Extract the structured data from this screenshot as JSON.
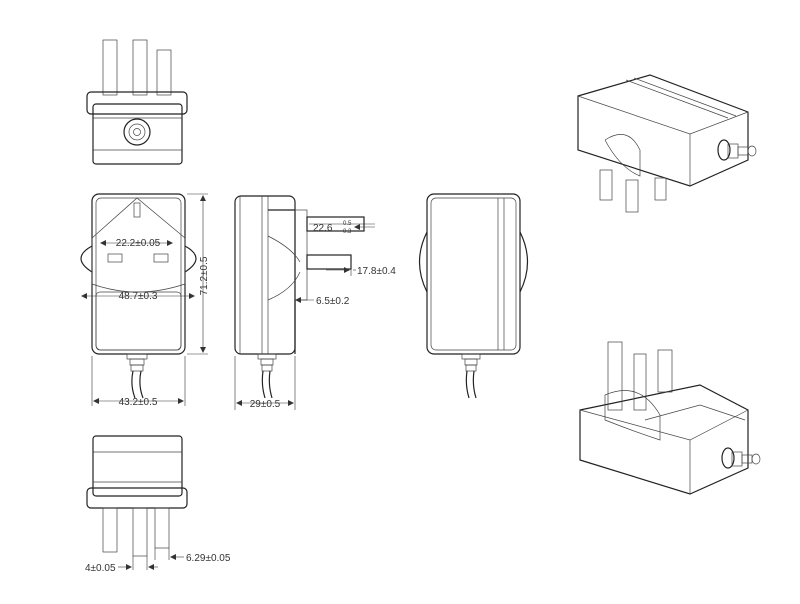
{
  "dimensions": {
    "pin_spacing": "22.2±0.05",
    "body_inner_width": "48.7±0.3",
    "body_height": "71.2±0.5",
    "body_width": "43.2±0.5",
    "pin_length_main": "22.6",
    "pin_length_main_tol_upper": "0.5",
    "pin_length_main_tol_lower": "0.3",
    "pin_length_short": "17.8±0.4",
    "pin_offset": "6.5±0.2",
    "body_depth": "29±0.5",
    "pin_thickness": "4±0.05",
    "pin_width": "6.29±0.05"
  }
}
